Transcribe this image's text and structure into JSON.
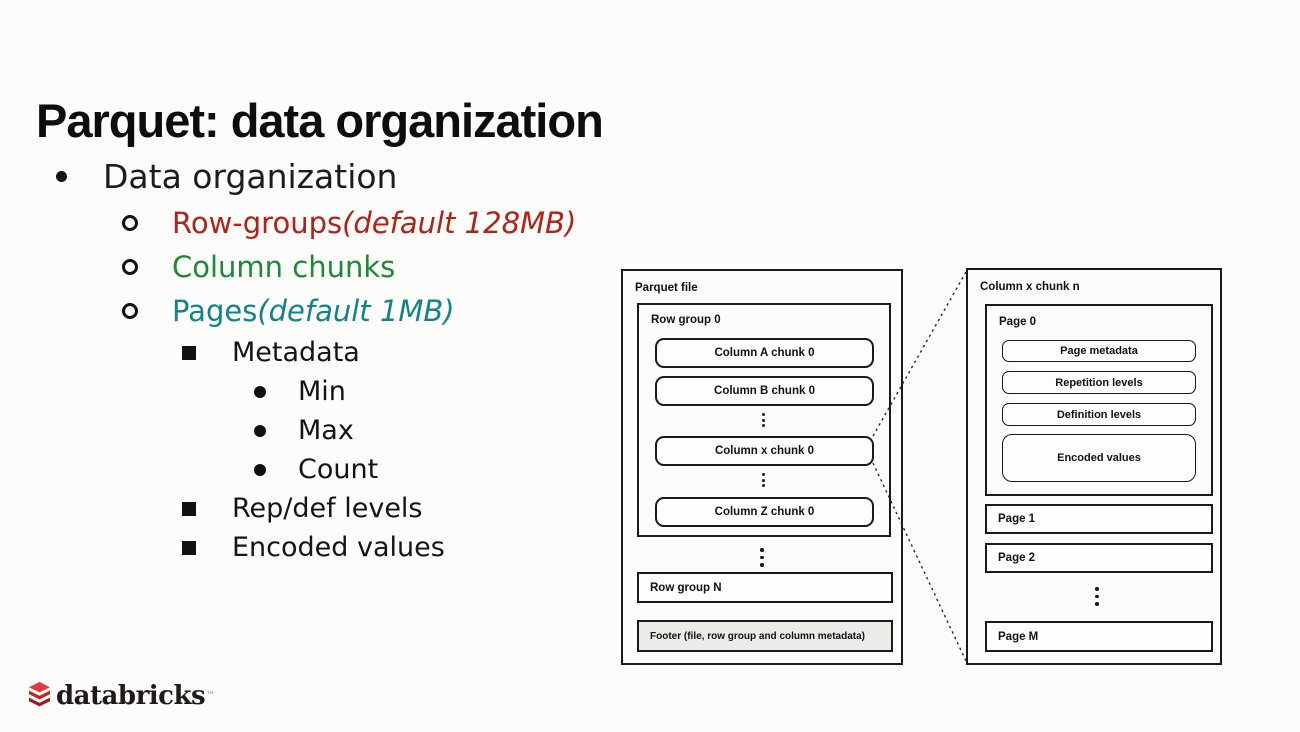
{
  "slide_title": "Parquet: data organization",
  "outline": {
    "heading": "Data organization",
    "rows": [
      {
        "text": "Row-groups ",
        "detail": "(default 128MB)"
      },
      {
        "text": "Column chunks",
        "detail": ""
      },
      {
        "text": "Pages ",
        "detail": "(default 1MB)"
      },
      {
        "text": "Metadata"
      },
      {
        "text": "Min"
      },
      {
        "text": "Max"
      },
      {
        "text": "Count"
      },
      {
        "text": "Rep/def levels"
      },
      {
        "text": "Encoded values"
      }
    ]
  },
  "colors": {
    "rowgroups_red": "#b12318",
    "columnchunks_green": "#1d8a38",
    "pages_teal": "#12838c",
    "logo_red": "#d31f2e"
  },
  "parquet_file_diagram": {
    "title": "Parquet file",
    "row_group_0_label": "Row group 0",
    "chunk_a": "Column A chunk 0",
    "chunk_b": "Column B chunk 0",
    "chunk_x": "Column x chunk 0",
    "chunk_z": "Column Z chunk 0",
    "row_group_n_label": "Row group N",
    "footer_label": "Footer (file, row group and column metadata)"
  },
  "column_chunk_diagram": {
    "title": "Column x chunk n",
    "page_0_label": "Page 0",
    "page_metadata": "Page metadata",
    "repetition_levels": "Repetition levels",
    "definition_levels": "Definition levels",
    "encoded_values": "Encoded values",
    "page_1": "Page 1",
    "page_2": "Page 2",
    "page_m": "Page M"
  },
  "logo": {
    "wordmark": "databricks",
    "tm": "™"
  }
}
